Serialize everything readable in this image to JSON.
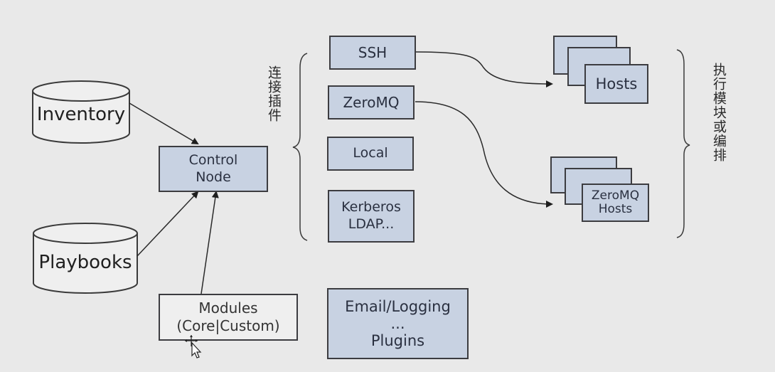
{
  "diagram": {
    "inputs": {
      "inventory": "Inventory",
      "playbooks": "Playbooks"
    },
    "control_node": [
      "Control",
      "Node"
    ],
    "modules": [
      "Modules",
      "(Core|Custom)"
    ],
    "connection_plugins_label": "连接插件",
    "connection_plugins": [
      {
        "lines": [
          "SSH"
        ]
      },
      {
        "lines": [
          "ZeroMQ"
        ]
      },
      {
        "lines": [
          "Local"
        ]
      },
      {
        "lines": [
          "Kerberos",
          "LDAP..."
        ]
      }
    ],
    "other_plugins": [
      "Email/Logging",
      "...",
      "Plugins"
    ],
    "targets": {
      "hosts": [
        "Hosts"
      ],
      "zeromq_hosts": [
        "ZeroMQ",
        "Hosts"
      ]
    },
    "execution_label": "执行模块或编排"
  }
}
